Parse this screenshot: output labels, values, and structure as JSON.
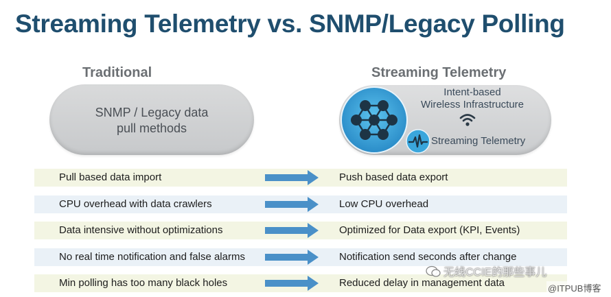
{
  "title": "Streaming Telemetry vs. SNMP/Legacy Polling",
  "left_column": {
    "heading": "Traditional",
    "pill_line1": "SNMP / Legacy data",
    "pill_line2": "pull methods"
  },
  "right_column": {
    "heading": "Streaming Telemetry",
    "intent_line1": "Intent-based",
    "intent_line2": "Wireless Infrastructure",
    "streaming_label": "Streaming Telemetry"
  },
  "rows": [
    {
      "left": "Pull based data import",
      "right": "Push based data export"
    },
    {
      "left": "CPU overhead with data crawlers",
      "right": "Low CPU overhead"
    },
    {
      "left": "Data intensive without optimizations",
      "right": "Optimized for Data export (KPI, Events)"
    },
    {
      "left": "No real time notification and false alarms",
      "right": "Notification send seconds after change"
    },
    {
      "left": "Min polling has too many black holes",
      "right": "Reduced delay in management data"
    }
  ],
  "watermark": {
    "text": "无线CCIE的那些事儿",
    "source": "@ITPUB博客"
  },
  "colors": {
    "title": "#1f4e6e",
    "arrow": "#4a90c8",
    "network_blue": "#3aa6dc"
  },
  "icons": [
    "network-mesh-icon",
    "wifi-icon",
    "pulse-icon",
    "arrow-right-icon",
    "wechat-icon"
  ]
}
